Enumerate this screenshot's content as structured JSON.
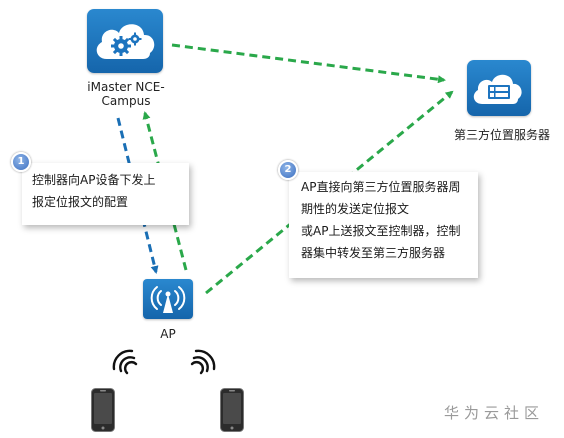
{
  "nodes": {
    "controller": {
      "label_line1": "iMaster NCE-",
      "label_line2": "Campus",
      "icon": "cloud-gear-icon"
    },
    "location_server": {
      "label": "第三方位置服务器",
      "icon": "cloud-server-icon"
    },
    "ap": {
      "label": "AP",
      "icon": "wireless-ap-icon"
    },
    "terminals": {
      "icon": "smartphone-icon"
    }
  },
  "callouts": [
    {
      "badge": "1",
      "lines": [
        "控制器向AP设备下发上",
        "报定位报文的配置"
      ]
    },
    {
      "badge": "2",
      "lines": [
        "AP直接向第三方位置服务器周",
        "期性的发送定位报文",
        "或AP上送报文至控制器，控制",
        "器集中转发至第三方服务器"
      ]
    }
  ],
  "colors": {
    "tile_blue": "#1d74bf",
    "config_arrow": "#1a6fb5",
    "report_arrow": "#2aa84a",
    "badge": "#4f7fcf"
  },
  "watermark": "华为云社区"
}
